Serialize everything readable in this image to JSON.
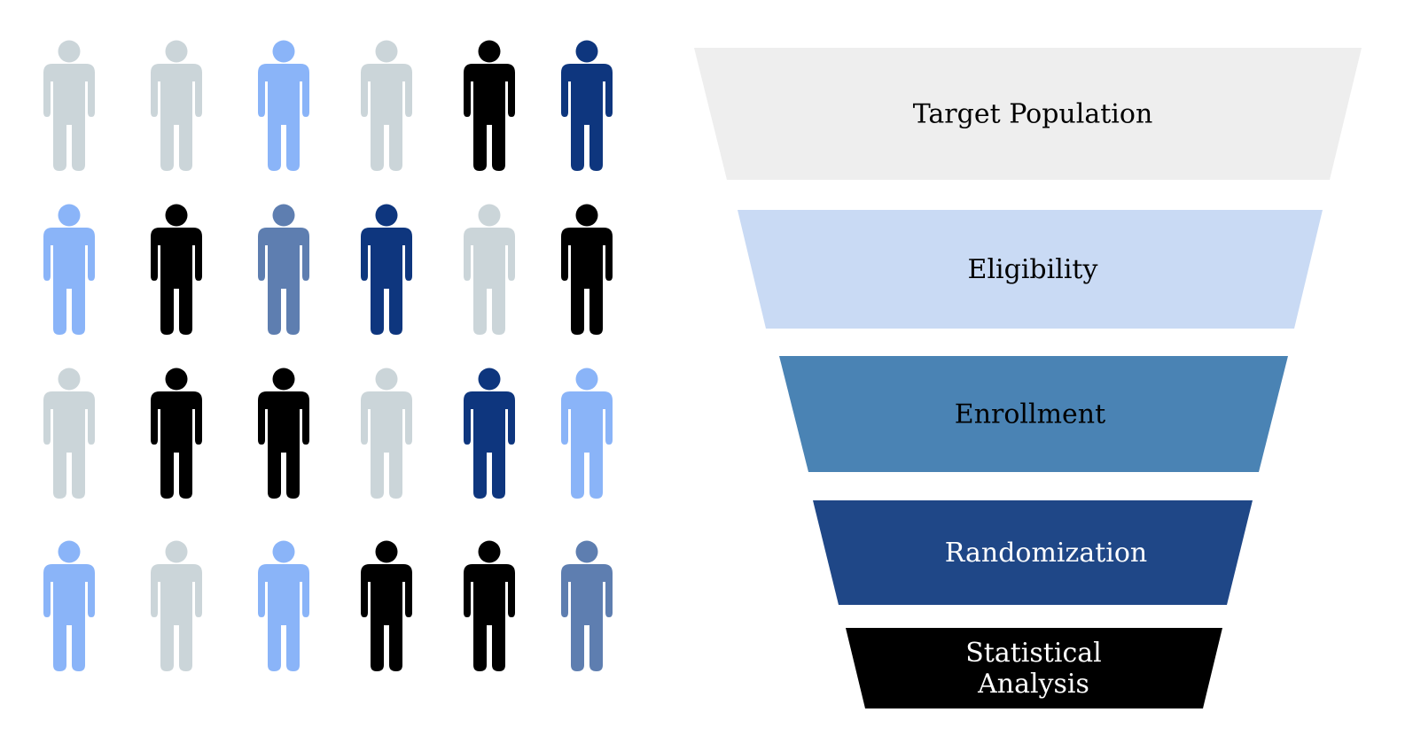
{
  "colors": {
    "gray": "#cbd5d9",
    "light_blue": "#8ab4f8",
    "mid_blue": "#5e7eb0",
    "navy": "#0e367e",
    "black": "#000000"
  },
  "people_grid": {
    "rows": [
      [
        "gray",
        "gray",
        "light_blue",
        "gray",
        "black",
        "navy"
      ],
      [
        "light_blue",
        "black",
        "mid_blue",
        "navy",
        "gray",
        "black"
      ],
      [
        "gray",
        "black",
        "black",
        "gray",
        "navy",
        "light_blue"
      ],
      [
        "light_blue",
        "gray",
        "light_blue",
        "black",
        "black",
        "mid_blue"
      ]
    ]
  },
  "funnel": {
    "stages": [
      {
        "label": "Target Population",
        "fill": "#eeeeee",
        "text_color": "#000000"
      },
      {
        "label": "Eligibility",
        "fill": "#c9daf4",
        "text_color": "#000000"
      },
      {
        "label": "Enrollment",
        "fill": "#4a83b4",
        "text_color": "#000000"
      },
      {
        "label": "Randomization",
        "fill": "#1f4787",
        "text_color": "#ffffff"
      },
      {
        "label": "Statistical\nAnalysis",
        "fill": "#000000",
        "text_color": "#ffffff"
      }
    ]
  }
}
